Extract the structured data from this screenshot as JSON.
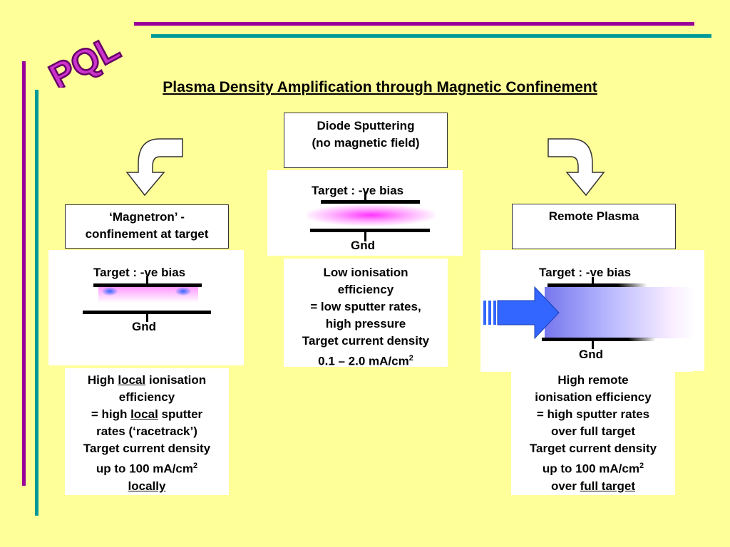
{
  "logo": "PQL",
  "title": "Plasma Density Amplification through Magnetic Confinement",
  "colors": {
    "background": "#ffff99",
    "purple": "#990099",
    "teal": "#009999",
    "arrow_blue": "#3366ff"
  },
  "center": {
    "heading_line1": "Diode Sputtering",
    "heading_line2": "(no magnetic field)",
    "target_label": "Target : -ve bias",
    "gnd_label": "Gnd",
    "desc": {
      "l1": "Low ionisation",
      "l2": "efficiency",
      "l3": "= low sputter rates,",
      "l4": "high pressure",
      "l5": "Target current density",
      "l6": "0.1 – 2.0 mA/cm",
      "sup": "2"
    }
  },
  "left": {
    "heading_line1": "‘Magnetron’ -",
    "heading_line2": "confinement at target",
    "target_label": "Target : -ve bias",
    "gnd_label": "Gnd",
    "desc": {
      "l1a": "High ",
      "l1b": "local",
      "l1c": " ionisation",
      "l2": "efficiency",
      "l3a": "= high ",
      "l3b": "local",
      "l3c": " sputter",
      "l4": "rates (‘racetrack’)",
      "l5": "Target current density",
      "l6": "up to 100 mA/cm",
      "sup": "2",
      "l7": "locally"
    }
  },
  "right": {
    "heading": "Remote Plasma",
    "target_label": "Target : -ve bias",
    "gnd_label": "Gnd",
    "desc": {
      "l1": "High remote",
      "l2": "ionisation efficiency",
      "l3": "= high sputter rates",
      "l4": "over full target",
      "l5": "Target current density",
      "l6": "up to 100 mA/cm",
      "sup": "2",
      "l7a": "over ",
      "l7b": "full target"
    }
  }
}
